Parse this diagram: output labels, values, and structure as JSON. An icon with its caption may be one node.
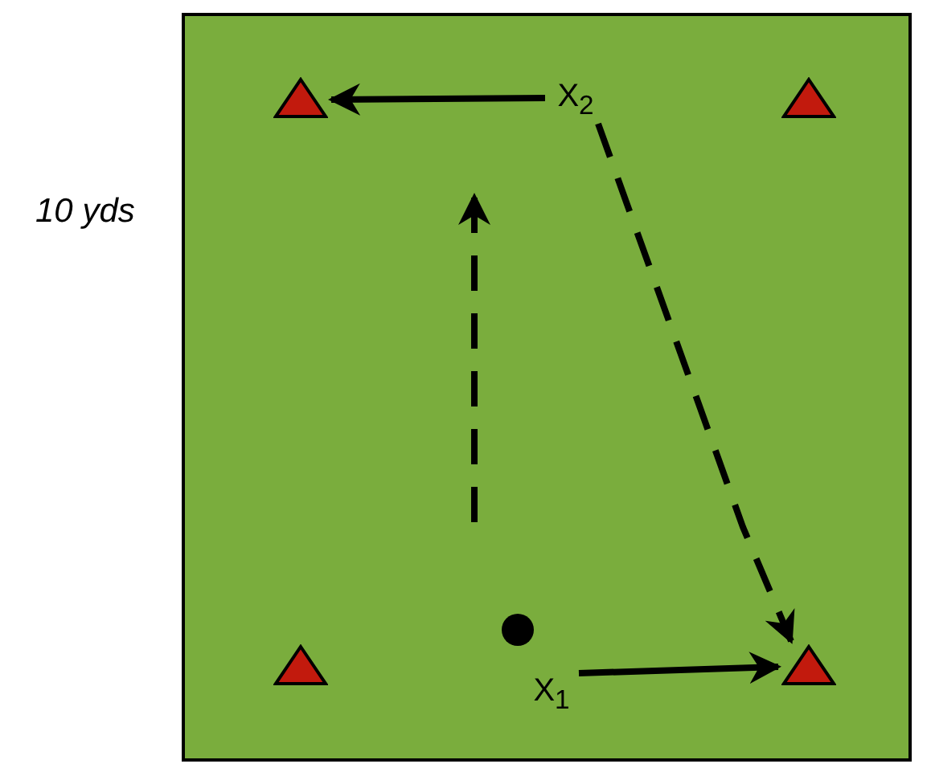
{
  "diagram": {
    "nodes": [
      {
        "text": [],
        "shape": "box"
      },
      {
        "text": [],
        "shape": "triangle",
        "in": 0
      },
      {
        "text": [
          "X$_{2}$"
        ],
        "in": 0
      },
      {
        "text": [],
        "shape": "triangle",
        "in": 0
      },
      {
        "text": [],
        "shape": "triangle",
        "in": 0
      },
      {
        "text": [],
        "shape": "circle",
        "in": 0
      },
      {
        "text": [
          "X$_{1}$"
        ],
        "in": 0
      },
      {
        "text": [],
        "shape": "triangle",
        "in": 0
      }
    ],
    "edges": [
      {
        "from": 2,
        "to": 1,
        "arrow": "to"
      },
      {
        "from": 2,
        "to": 7,
        "arrow": "to",
        "style": "dashed"
      },
      {
        "from": 6,
        "to": 7,
        "arrow": "to"
      }
    ],
    "labels": [
      "10 yds"
    ]
  }
}
